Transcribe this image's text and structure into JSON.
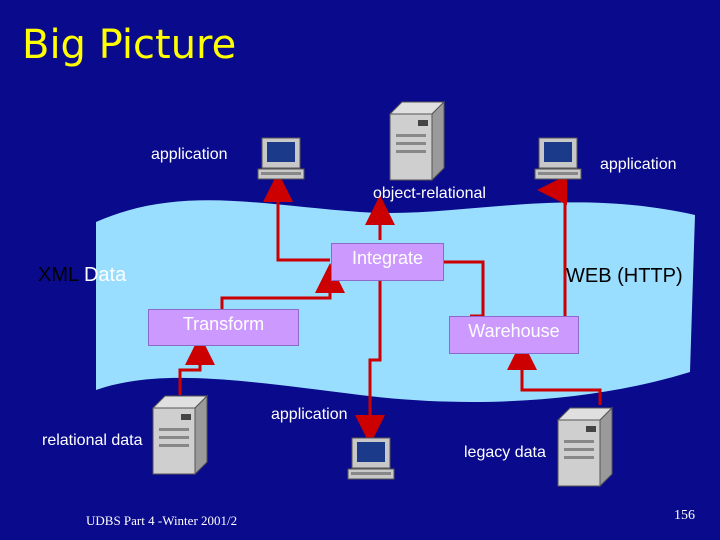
{
  "slide": {
    "title": "Big Picture",
    "footer": "UDBS Part 4 -Winter 2001/2",
    "page_number": "156"
  },
  "labels": {
    "application_left": "application",
    "application_right": "application",
    "object_relational": "object-relational",
    "xml_data_black": "XML",
    "xml_data_white": "Data",
    "web_http": "WEB (HTTP)",
    "application_bottom": "application",
    "relational_data": "relational data",
    "legacy_data": "legacy data"
  },
  "boxes": {
    "integrate": "Integrate",
    "transform": "Transform",
    "warehouse": "Warehouse"
  },
  "colors": {
    "background": "#0a0a8c",
    "title": "#ffff00",
    "banner": "#99ddff",
    "box": "#cc99ff",
    "arrow": "#cc0000"
  },
  "icons": [
    "workstation-icon",
    "server-tower-icon"
  ]
}
